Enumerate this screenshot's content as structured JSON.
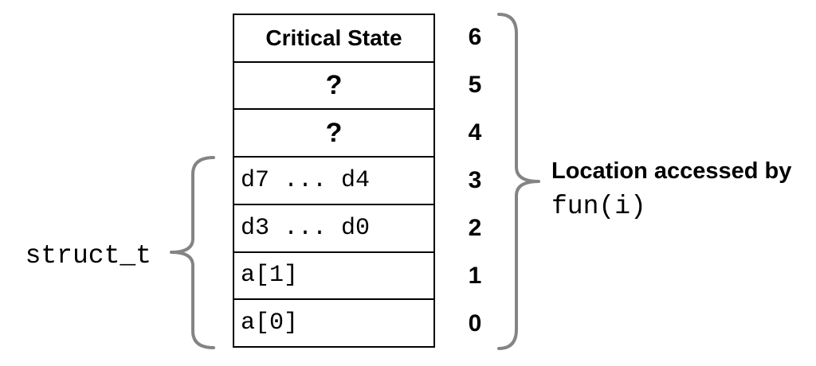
{
  "diagram": {
    "title_hint": "memory layout of struct_t and locations accessed by fun(i)",
    "memory_table": {
      "rows": [
        {
          "index": "6",
          "label": "Critical State",
          "kind": "label"
        },
        {
          "index": "5",
          "label": "?",
          "kind": "unknown"
        },
        {
          "index": "4",
          "label": "?",
          "kind": "unknown"
        },
        {
          "index": "3",
          "label": "d7 ... d4",
          "kind": "code"
        },
        {
          "index": "2",
          "label": "d3 ... d0",
          "kind": "code"
        },
        {
          "index": "1",
          "label": "a[1]",
          "kind": "code"
        },
        {
          "index": "0",
          "label": "a[0]",
          "kind": "code"
        }
      ]
    },
    "left_brace_label": "struct_t",
    "right_brace_label_line1": "Location accessed by",
    "right_brace_label_line2": "fun(i)",
    "colors": {
      "brace": "#848484",
      "border": "#000000",
      "text": "#000000",
      "background": "#ffffff"
    }
  }
}
